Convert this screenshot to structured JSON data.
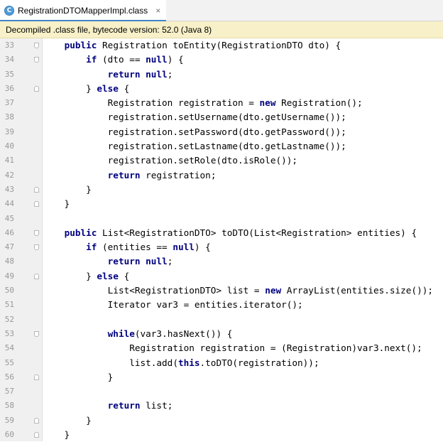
{
  "tab": {
    "label": "RegistrationDTOMapperImpl.class",
    "icon_letter": "C",
    "close": "×"
  },
  "banner": {
    "text": "Decompiled .class file, bytecode version: 52.0 (Java 8)"
  },
  "colors": {
    "keyword": "#000080",
    "accent": "#4083c9",
    "banner_bg": "#f7f0c8"
  },
  "code_lines": [
    {
      "n": "33",
      "fold": "start",
      "code": "    public Registration toEntity(RegistrationDTO dto) {"
    },
    {
      "n": "34",
      "fold": "start",
      "code": "        if (dto == null) {"
    },
    {
      "n": "35",
      "fold": "",
      "code": "            return null;"
    },
    {
      "n": "36",
      "fold": "end",
      "code": "        } else {"
    },
    {
      "n": "37",
      "fold": "",
      "code": "            Registration registration = new Registration();"
    },
    {
      "n": "38",
      "fold": "",
      "code": "            registration.setUsername(dto.getUsername());"
    },
    {
      "n": "39",
      "fold": "",
      "code": "            registration.setPassword(dto.getPassword());"
    },
    {
      "n": "40",
      "fold": "",
      "code": "            registration.setLastname(dto.getLastname());"
    },
    {
      "n": "41",
      "fold": "",
      "code": "            registration.setRole(dto.isRole());"
    },
    {
      "n": "42",
      "fold": "",
      "code": "            return registration;"
    },
    {
      "n": "43",
      "fold": "end",
      "code": "        }"
    },
    {
      "n": "44",
      "fold": "end",
      "code": "    }"
    },
    {
      "n": "45",
      "fold": "",
      "code": ""
    },
    {
      "n": "46",
      "fold": "start",
      "code": "    public List<RegistrationDTO> toDTO(List<Registration> entities) {"
    },
    {
      "n": "47",
      "fold": "start",
      "code": "        if (entities == null) {"
    },
    {
      "n": "48",
      "fold": "",
      "code": "            return null;"
    },
    {
      "n": "49",
      "fold": "end",
      "code": "        } else {"
    },
    {
      "n": "50",
      "fold": "",
      "code": "            List<RegistrationDTO> list = new ArrayList(entities.size());"
    },
    {
      "n": "51",
      "fold": "",
      "code": "            Iterator var3 = entities.iterator();"
    },
    {
      "n": "52",
      "fold": "",
      "code": ""
    },
    {
      "n": "53",
      "fold": "start",
      "code": "            while(var3.hasNext()) {"
    },
    {
      "n": "54",
      "fold": "",
      "code": "                Registration registration = (Registration)var3.next();"
    },
    {
      "n": "55",
      "fold": "",
      "code": "                list.add(this.toDTO(registration));"
    },
    {
      "n": "56",
      "fold": "end",
      "code": "            }"
    },
    {
      "n": "57",
      "fold": "",
      "code": ""
    },
    {
      "n": "58",
      "fold": "",
      "code": "            return list;"
    },
    {
      "n": "59",
      "fold": "end",
      "code": "        }"
    },
    {
      "n": "60",
      "fold": "end",
      "code": "    }"
    }
  ]
}
